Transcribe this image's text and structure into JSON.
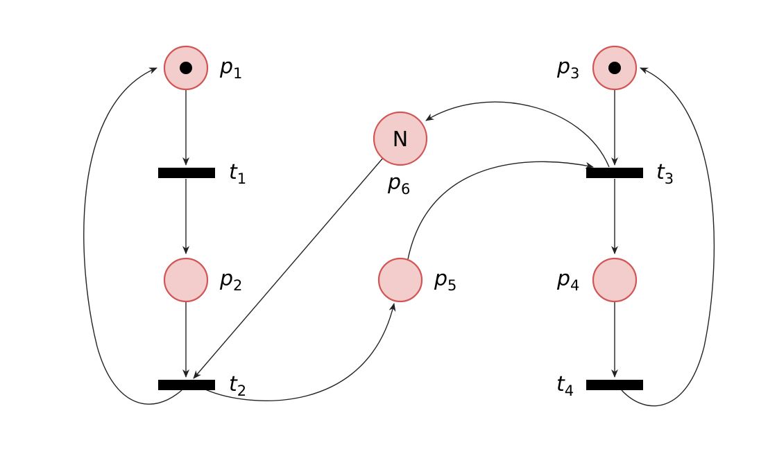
{
  "colors": {
    "place_fill": "#f3cccc",
    "place_stroke": "#d25555",
    "transition_fill": "#000000",
    "arc_stroke": "#222222",
    "token": "#000000"
  },
  "places": [
    {
      "id": "p1",
      "label": "p",
      "sub": "1",
      "tokens": 1,
      "token_text": ""
    },
    {
      "id": "p2",
      "label": "p",
      "sub": "2",
      "tokens": 0,
      "token_text": ""
    },
    {
      "id": "p3",
      "label": "p",
      "sub": "3",
      "tokens": 1,
      "token_text": ""
    },
    {
      "id": "p4",
      "label": "p",
      "sub": "4",
      "tokens": 0,
      "token_text": ""
    },
    {
      "id": "p5",
      "label": "p",
      "sub": "5",
      "tokens": 0,
      "token_text": ""
    },
    {
      "id": "p6",
      "label": "p",
      "sub": "6",
      "tokens": 0,
      "token_text": "N"
    }
  ],
  "transitions": [
    {
      "id": "t1",
      "label": "t",
      "sub": "1"
    },
    {
      "id": "t2",
      "label": "t",
      "sub": "2"
    },
    {
      "id": "t3",
      "label": "t",
      "sub": "3"
    },
    {
      "id": "t4",
      "label": "t",
      "sub": "4"
    }
  ],
  "arcs": [
    {
      "from": "p1",
      "to": "t1"
    },
    {
      "from": "t1",
      "to": "p2"
    },
    {
      "from": "p2",
      "to": "t2"
    },
    {
      "from": "t2",
      "to": "p1"
    },
    {
      "from": "p6",
      "to": "t2"
    },
    {
      "from": "t2",
      "to": "p5"
    },
    {
      "from": "p5",
      "to": "t3"
    },
    {
      "from": "t3",
      "to": "p6"
    },
    {
      "from": "p3",
      "to": "t3"
    },
    {
      "from": "t3",
      "to": "p4"
    },
    {
      "from": "p4",
      "to": "t4"
    },
    {
      "from": "t4",
      "to": "p3"
    }
  ]
}
